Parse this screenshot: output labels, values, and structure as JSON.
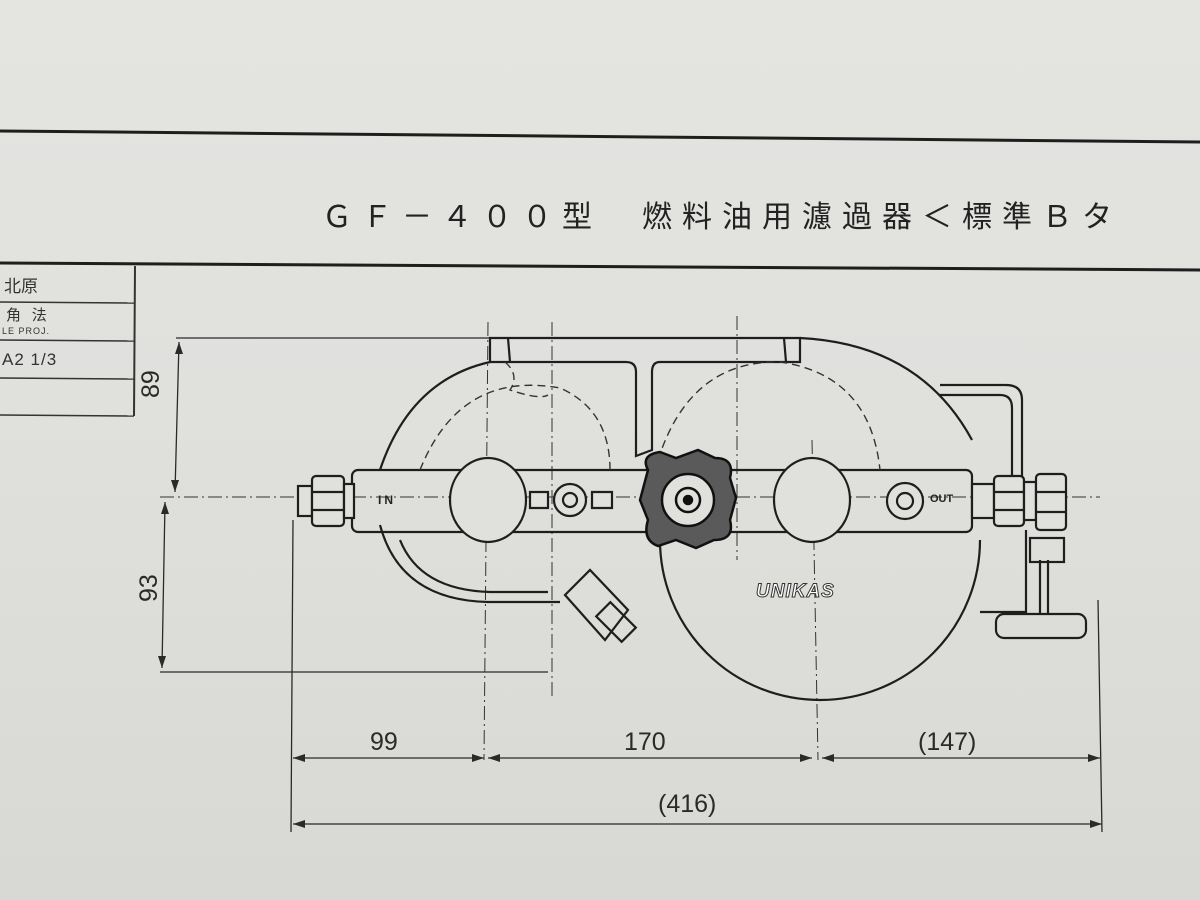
{
  "title": "ＧＦ－４００型　燃料油用濾過器＜標準Ｂタ",
  "title_block": {
    "row1": "北原",
    "row2": "角 法",
    "row2_small": "LE PROJ.",
    "row3": "A2 1/3"
  },
  "dimensions": {
    "d99": "99",
    "d170": "170",
    "d147": "(147)",
    "d416": "(416)",
    "d89": "89",
    "d93": "93"
  },
  "labels": {
    "inlet": "IN",
    "outlet": "OUT",
    "brand": "UNIKAS"
  },
  "colors": {
    "paper": "#e2e2df",
    "line": "#1e1e1e",
    "text": "#2a2a2a"
  }
}
